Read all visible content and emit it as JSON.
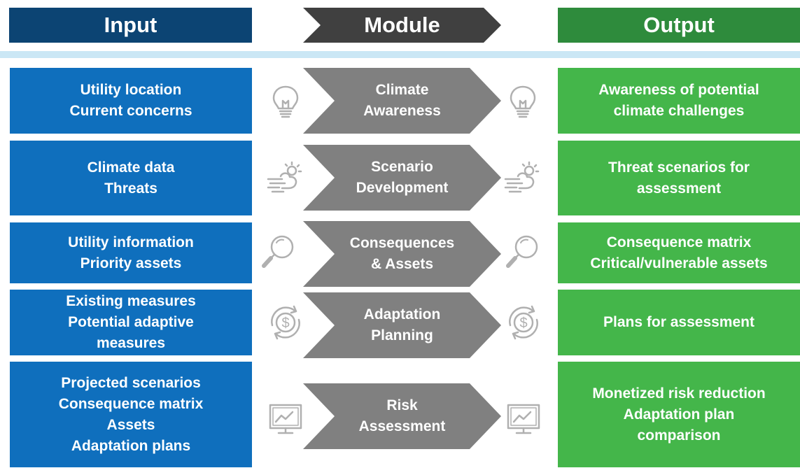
{
  "headers": {
    "input": "Input",
    "module": "Module",
    "output": "Output"
  },
  "rows": [
    {
      "input": [
        "Utility location",
        "Current concerns"
      ],
      "module": [
        "Climate",
        "Awareness"
      ],
      "output": [
        "Awareness of potential",
        "climate challenges"
      ],
      "icon": "lightbulb-icon"
    },
    {
      "input": [
        "Climate data",
        "Threats"
      ],
      "module": [
        "Scenario",
        "Development"
      ],
      "output": [
        "Threat scenarios for",
        "assessment"
      ],
      "icon": "weather-icon"
    },
    {
      "input": [
        "Utility information",
        "Priority assets"
      ],
      "module": [
        "Consequences",
        "& Assets"
      ],
      "output": [
        "Consequence matrix",
        "Critical/vulnerable assets"
      ],
      "icon": "magnifier-icon"
    },
    {
      "input": [
        "Existing measures",
        "Potential adaptive",
        "measures"
      ],
      "module": [
        "Adaptation",
        "Planning"
      ],
      "output": [
        "Plans for assessment"
      ],
      "icon": "dollar-cycle-icon"
    },
    {
      "input": [
        "Projected scenarios",
        "Consequence matrix",
        "Assets",
        "Adaptation plans"
      ],
      "module": [
        "Risk",
        "Assessment"
      ],
      "output": [
        "Monetized risk reduction",
        "Adaptation plan",
        "comparison"
      ],
      "icon": "monitor-chart-icon"
    }
  ],
  "colors": {
    "input_header": "#0c4473",
    "module_header": "#404040",
    "output_header": "#2e8b3c",
    "input_box": "#0f6fbd",
    "module_box": "#808080",
    "output_box": "#44b64a",
    "separator": "#cbe7f5",
    "icon_stroke": "#b0b0b0"
  }
}
